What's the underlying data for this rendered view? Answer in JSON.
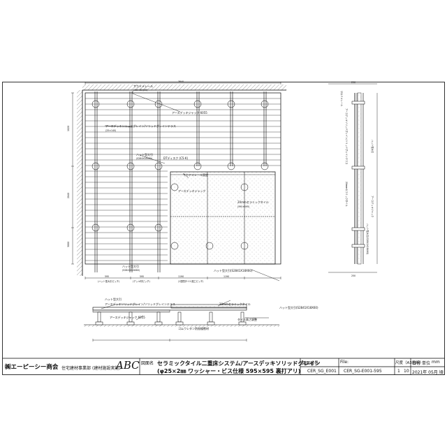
{
  "sheet": {
    "labels": {
      "sakatsuchi_rail": "サカドメレール",
      "sakatsuchi_rail_spec": "(35X 80)(30)",
      "earth_jack": "アースデッキジャック 6055",
      "earth_solid": "アースデッキソリッドグレイン/ソリッドグレインテラス",
      "earth_solid_spec": "(25×140)",
      "hat_beam": "ハット型大引",
      "hat_beam_spec": "(S284X18X60)",
      "dt_disk": "DTディスク (C5-K)",
      "sakatsuchi_rail2": "サカドメレール固定",
      "earth_jack2": "アースデッキジャック",
      "ceramic_tile": "20mmセラミックタイル",
      "ceramic_tile_spec": "(595×595)",
      "hat_beam2": "ハット型大引(S2841X18X60)",
      "hat_beam3": "ハット型大引",
      "hat_beam3_spec": "(S2841X18X60)",
      "pitch_note": "(ハット型大引ピッチ)",
      "tile_pitch": "(1週間タイル施工ピッチ)",
      "deck_pitch": "(デッキ材ピッチ)",
      "sec_hat": "ハット型大引",
      "sec_earth_solid": "アースデッキソリッドグレイン/ソリッドグレインテラス",
      "sec_ceramic": "20mmセラミックタイル",
      "sec_earth_jack": "アースデッキジャック 6055",
      "sec_urethane": "ゴムウレタン防振緩衝材",
      "sec_tile_adj": "タイル高さ調整",
      "sec_hat2": "ハット型大引(S2841X18X60)",
      "side_rail": "サカドメレール",
      "side_earth_solid": "アースデッキソリッドグレイン/ソリッドグレインテラス",
      "side_ceramic": "20mmセラミックタイル",
      "side_hat": "ハット型大引",
      "side_jack": "アースデッキジャック",
      "side_hat2": "ハット型大引(S2841X18X60)"
    },
    "dims": {
      "top_left": "3840",
      "left_v1": "1020",
      "left_v2": "2040",
      "left_v3": "3000",
      "bottom1": "595",
      "bottom2": "595",
      "bottom3": "1190",
      "bottom4": "1190",
      "side_top": "250",
      "side_bottom": "250"
    }
  },
  "title_block": {
    "company": "㈱エーピーシー商会",
    "dept": "住宅建材事業部",
    "logo_note": "(建材施設実施)",
    "logo": "ABC",
    "drawing_name_label": "図面名",
    "drawing_title_line1": "セラミックタイル二重床システム/アースデッキソリッドグレイン",
    "drawing_title_line2": "(φ25×2㎜  ワッシャー・ビス仕様  595×595  裏打アリ)",
    "drawing_no_label": "図面番号",
    "drawing_no": "CER_SG_E001",
    "file_label": "File:",
    "file": "CER_SG-E001-595",
    "scale_label": "尺度（A3用紙）",
    "scale_num": "1",
    "scale_den": "10",
    "date_label": "日付",
    "date": "2021年 05月 頃",
    "unit_label": "単位",
    "unit": "mm"
  }
}
